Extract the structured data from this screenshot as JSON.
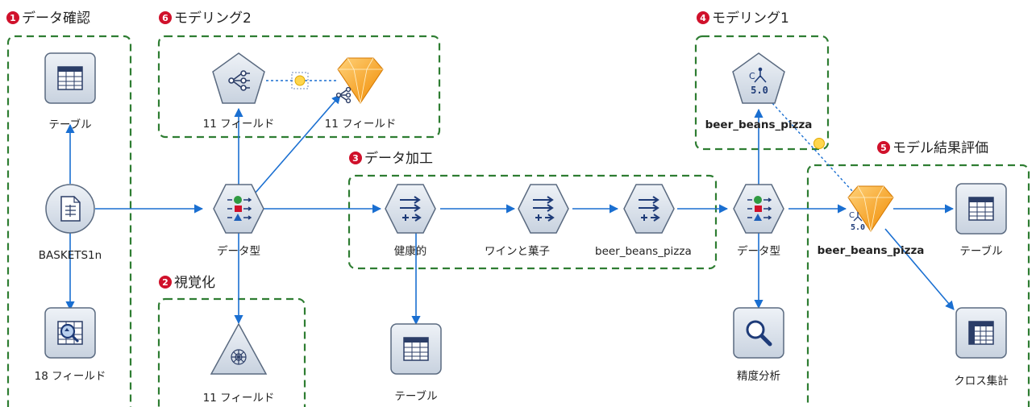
{
  "sections": [
    {
      "id": "data-check",
      "num": "1",
      "label": "データ確認"
    },
    {
      "id": "visualize",
      "num": "2",
      "label": "視覚化"
    },
    {
      "id": "data-process",
      "num": "3",
      "label": "データ加工"
    },
    {
      "id": "modeling1",
      "num": "4",
      "label": "モデリング1"
    },
    {
      "id": "model-eval",
      "num": "5",
      "label": "モデル結果評価"
    },
    {
      "id": "modeling2",
      "num": "6",
      "label": "モデリング2"
    }
  ],
  "nodes": {
    "table_top": {
      "label": "テーブル",
      "icon": "table-icon"
    },
    "baskets": {
      "label": "BASKETS1n",
      "icon": "file-source-icon"
    },
    "fields18": {
      "label": "18 フィールド",
      "icon": "data-audit-icon"
    },
    "c5node2": {
      "label": "11 フィールド",
      "icon": "c5-tree-icon"
    },
    "c5model2": {
      "label": "11 フィールド",
      "icon": "c5-model-nugget-icon"
    },
    "type1": {
      "label": "データ型",
      "icon": "type-icon"
    },
    "web11": {
      "label": "11 フィールド",
      "icon": "web-graph-icon"
    },
    "healthy": {
      "label": "健康的",
      "icon": "derive-icon"
    },
    "wine": {
      "label": "ワインと菓子",
      "icon": "derive-icon"
    },
    "beerbeans_derive": {
      "label": "beer_beans_pizza",
      "icon": "derive-icon"
    },
    "table_mid": {
      "label": "テーブル",
      "icon": "table-icon"
    },
    "type2": {
      "label": "データ型",
      "icon": "type-icon"
    },
    "c5node1": {
      "label": "beer_beans_pizza",
      "icon": "c5-node-icon"
    },
    "accuracy": {
      "label": "精度分析",
      "icon": "analysis-magnifier-icon"
    },
    "c5model1": {
      "label": "beer_beans_pizza",
      "icon": "c5-model-nugget-icon"
    },
    "table_right": {
      "label": "テーブル",
      "icon": "table-icon"
    },
    "crosstab": {
      "label": "クロス集計",
      "icon": "crosstab-icon"
    }
  },
  "colors": {
    "group_border": "#2e7d32",
    "arrow": "#1a6fd1",
    "node_fill": "#dfe6ef",
    "section_number": "#d0112b",
    "nugget": "#f5a623"
  }
}
